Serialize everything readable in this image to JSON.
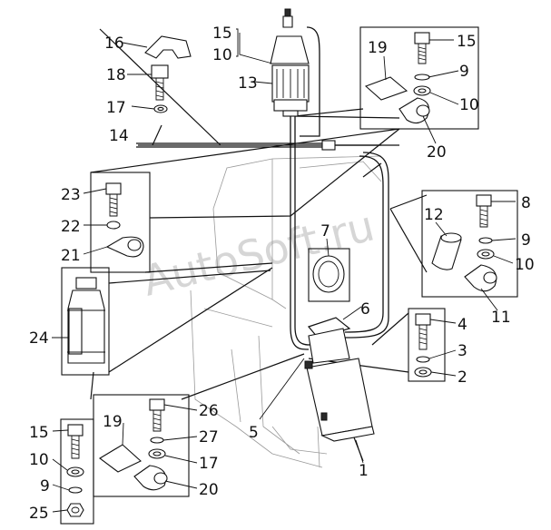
{
  "watermark": "AutoSoft.ru",
  "callouts": {
    "c16": "16",
    "c18": "18",
    "c17a": "17",
    "c14": "14",
    "c15a": "15",
    "c10a": "10",
    "c13": "13",
    "c19a": "19",
    "c15b": "15",
    "c9a": "9",
    "c10b": "10",
    "c20a": "20",
    "c23": "23",
    "c22": "22",
    "c21": "21",
    "c7": "7",
    "c12": "12",
    "c8": "8",
    "c9b": "9",
    "c10c": "10",
    "c11": "11",
    "c6": "6",
    "c24": "24",
    "c4": "4",
    "c3": "3",
    "c2": "2",
    "c19b": "19",
    "c26": "26",
    "c27": "27",
    "c17b": "17",
    "c20b": "20",
    "c5": "5",
    "c1": "1",
    "c15c": "15",
    "c10d": "10",
    "c9c": "9",
    "c25": "25"
  }
}
